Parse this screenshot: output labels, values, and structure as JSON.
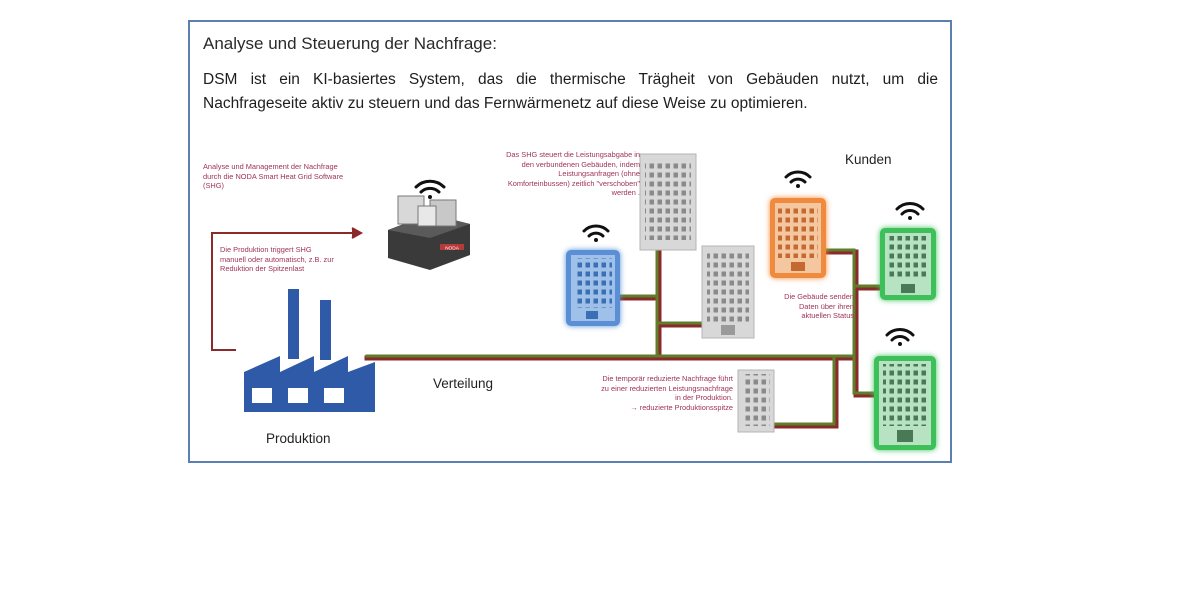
{
  "heading": "Analyse und Steuerung der Nachfrage:",
  "intro": {
    "line1": "DSM ist ein KI-basiertes System, das die thermische Trägheit von Gebäuden nutzt, um die",
    "line2": "Nachfrageseite aktiv zu steuern und das Fernwärmenetz auf diese Weise zu optimieren."
  },
  "labels": {
    "customers": "Kunden",
    "production": "Produktion",
    "distribution": "Verteilung"
  },
  "notes": {
    "shg_software": [
      "Analyse und Management der Nachfrage",
      "durch die NODA Smart Heat Grid Software",
      "(SHG)"
    ],
    "production_trigger": [
      "Die Produktion triggert SHG",
      "manuell oder automatisch, z.B. zur",
      "Reduktion der Spitzenlast"
    ],
    "shg_controls": [
      "Das SHG steuert die Leistungsabgabe in",
      "den verbundenen Gebäuden, indem",
      "Leistungsanfragen (ohne",
      "Komforteinbussen) zeitlich \"verschoben\"",
      "werden ."
    ],
    "buildings_send": [
      "Die Gebäude senden",
      "Daten über ihren",
      "aktuellen Status"
    ],
    "reduced_demand": [
      "Die temporär reduzierte Nachfrage führt",
      "zu einer reduzierten Leistungsnachfrage",
      "in der Produktion.",
      "→ reduzierte Produktionsspitze"
    ]
  },
  "device_label": "NODA",
  "colors": {
    "frame": "#5b7fb0",
    "note_text": "#a0335a",
    "pipe_green": "#5f7d2a",
    "pipe_red": "#8b2a2a",
    "factory_blue": "#2e5aa8",
    "glow_blue": "#4a8fe0",
    "glow_orange": "#f08a3c",
    "glow_green": "#3cc05a"
  }
}
